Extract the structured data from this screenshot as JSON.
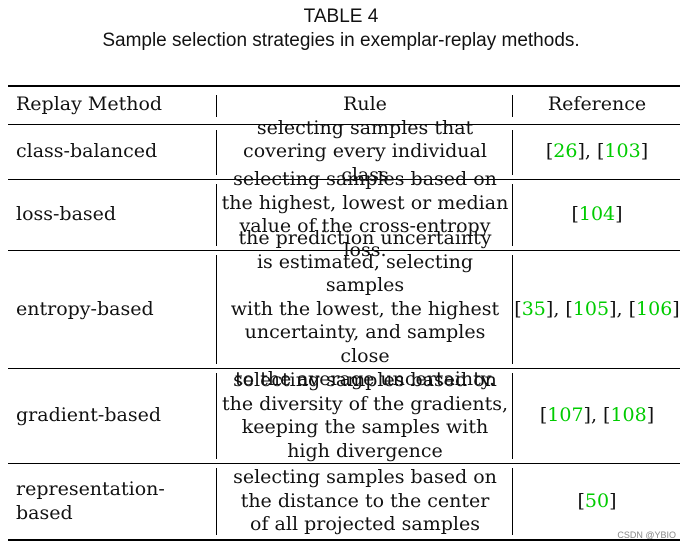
{
  "caption": {
    "table_number": "TABLE 4",
    "title": "Sample selection strategies in exemplar-replay methods."
  },
  "header": {
    "col1": "Replay Method",
    "col2": "Rule",
    "col3": "Reference"
  },
  "rows": [
    {
      "method": "class-balanced",
      "rule_lines": [
        "selecting samples that",
        "covering every individual class"
      ],
      "refs": [
        "26",
        "103"
      ]
    },
    {
      "method": "loss-based",
      "rule_lines": [
        "selecting samples based on",
        "the highest, lowest or median",
        "value of the cross-entropy loss."
      ],
      "refs": [
        "104"
      ]
    },
    {
      "method": "entropy-based",
      "rule_lines": [
        "the prediction uncertainty",
        "is estimated, selecting samples",
        "with the lowest, the highest",
        "uncertainty, and samples close",
        "to the average uncertainty."
      ],
      "refs": [
        "35",
        "105",
        "106"
      ]
    },
    {
      "method": "gradient-based",
      "rule_lines": [
        "selecting samples based on",
        "the diversity of the gradients,",
        "keeping the samples with",
        "high divergence"
      ],
      "refs": [
        "107",
        "108"
      ]
    },
    {
      "method": "representation-based",
      "rule_lines": [
        "selecting samples based on",
        "the distance to the center",
        "of all projected samples"
      ],
      "refs": [
        "50"
      ]
    }
  ],
  "watermark": "CSDN @YBIO",
  "colors": {
    "reference_link": "#00cc00",
    "rule": "#000000"
  }
}
